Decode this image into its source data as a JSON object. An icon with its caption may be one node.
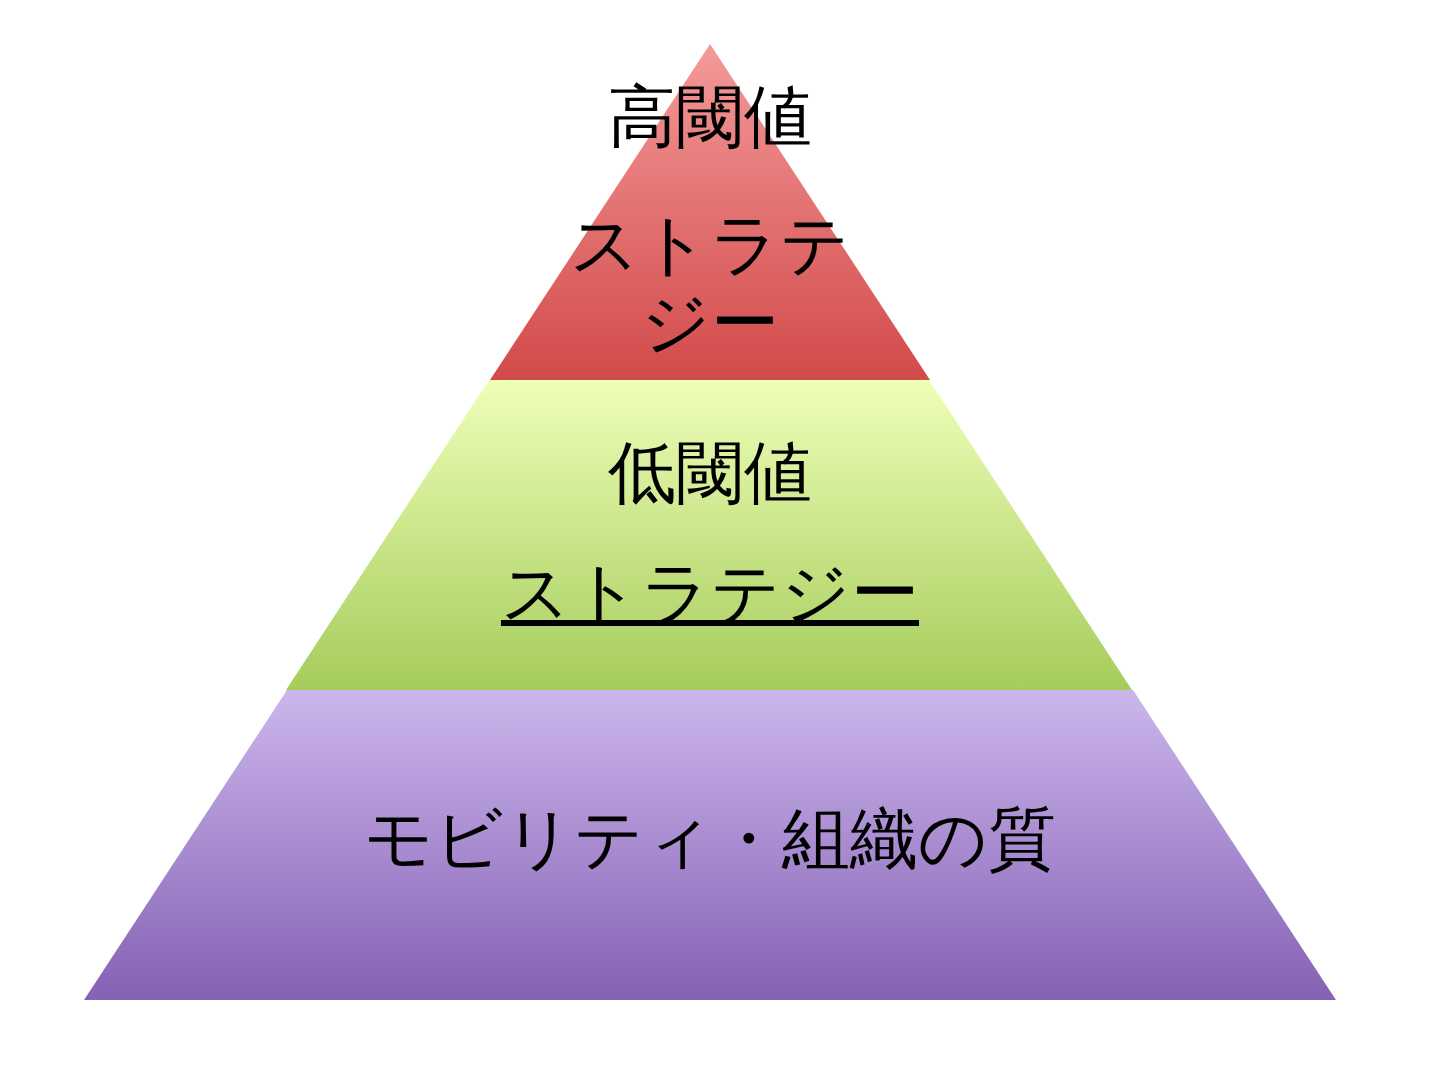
{
  "diagram": {
    "nodes": [
      {
        "text": [
          "高閾値",
          "ストラテジー"
        ]
      },
      {
        "text": [
          "低閾値",
          "ストラテジー"
        ]
      },
      {
        "text": [
          "モビリティ・組織の質"
        ]
      }
    ]
  }
}
